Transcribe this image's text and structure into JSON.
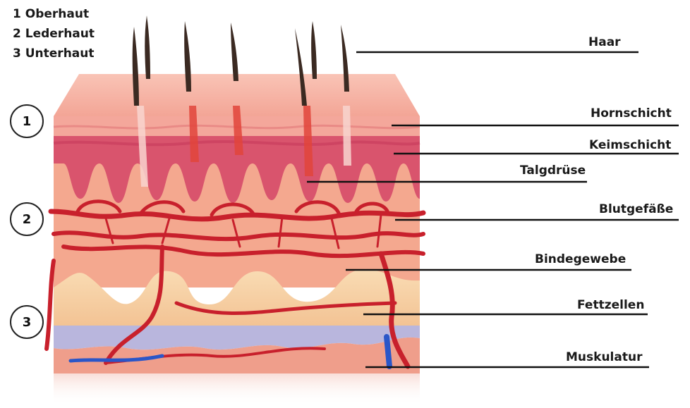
{
  "legend": [
    "1 Oberhaut",
    "2 Lederhaut",
    "3 Unterhaut"
  ],
  "layer_numbers": [
    "1",
    "2",
    "3"
  ],
  "labels": {
    "haar": "Haar",
    "hornschicht": "Hornschicht",
    "keimschicht": "Keimschicht",
    "talgdruese": "Talgdrüse",
    "blutgefaesse": "Blutgefäße",
    "bindegewebe": "Bindegewebe",
    "fettzellen": "Fettzellen",
    "muskulatur": "Muskulatur"
  },
  "colors": {
    "epidermis_top": "#f6b3a4",
    "keimschicht": "#d9546d",
    "dermis": "#f3a58d",
    "fat": "#f7d2a6",
    "fascia": "#b9b6dd",
    "muscle": "#ef9e8b",
    "vessel_red": "#c8202c",
    "vessel_blue": "#2a56c8",
    "hair": "#3b2a22"
  }
}
